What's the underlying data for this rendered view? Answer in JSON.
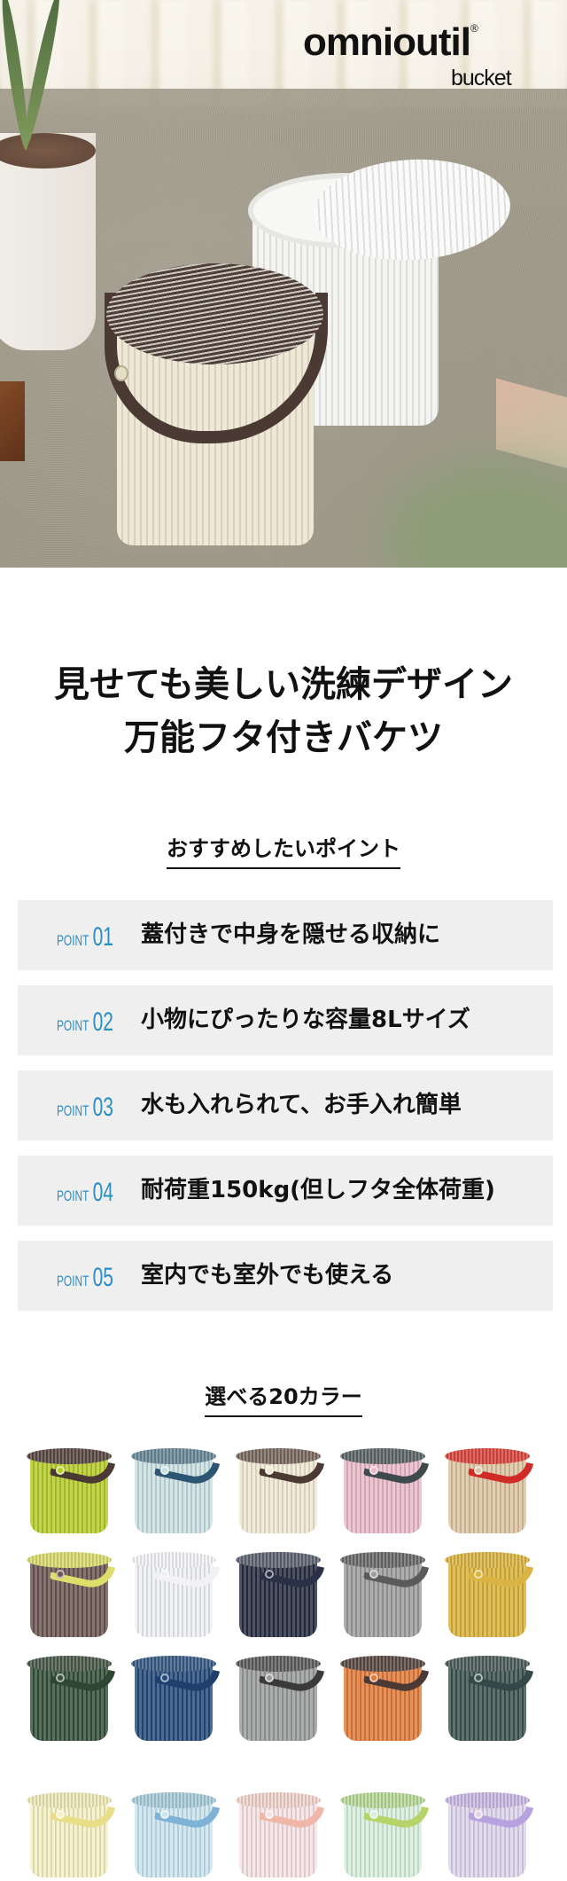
{
  "hero": {
    "logo_text": "omnioutil",
    "logo_registered": "®",
    "logo_sub": "bucket"
  },
  "headline": {
    "line1": "見せても美しい洗練デザイン",
    "line2": "万能フタ付きバケツ"
  },
  "points_section": {
    "title": "おすすめしたいポイント",
    "accent_color": "#2a8fc0",
    "items": [
      {
        "label": "POINT",
        "number": "01",
        "text": "蓋付きで中身を隠せる収納に"
      },
      {
        "label": "POINT",
        "number": "02",
        "text": "小物にぴったりな容量8Lサイズ"
      },
      {
        "label": "POINT",
        "number": "03",
        "text": "水も入れられて、お手入れ簡単"
      },
      {
        "label": "POINT",
        "number": "04",
        "text": "耐荷重150kg(但しフタ全体荷重)"
      },
      {
        "label": "POINT",
        "number": "05",
        "text": "室内でも室外でも使える"
      }
    ]
  },
  "colors_section": {
    "title": "選べる20カラー",
    "swatches": [
      {
        "body": "#b5cc2a",
        "lid": "#5a4a44",
        "handle": "#4a3a33"
      },
      {
        "body": "#c9dfe0",
        "lid": "#6a8898",
        "handle": "#2d5674"
      },
      {
        "body": "#efe7d2",
        "lid": "#7a6a60",
        "handle": "#4a3a33"
      },
      {
        "body": "#e8b9c8",
        "lid": "#5e6668",
        "handle": "#3f4a4d"
      },
      {
        "body": "#dcc3a0",
        "lid": "#d9473f",
        "handle": "#d12b27"
      },
      {
        "body": "#6a5652",
        "lid": "#d9da6e",
        "handle": "#dede6a"
      },
      {
        "body": "#eef0f4",
        "lid": "#f4f4f6",
        "handle": "#f2f2f4"
      },
      {
        "body": "#262d40",
        "lid": "#5e6472",
        "handle": "#2a3146"
      },
      {
        "body": "#9c9c9c",
        "lid": "#6a6a6a",
        "handle": "#5a5a5a"
      },
      {
        "body": "#d9b23a",
        "lid": "#d9b444",
        "handle": "#d9b444"
      },
      {
        "body": "#34503a",
        "lid": "#4a5a4a",
        "handle": "#2e4632"
      },
      {
        "body": "#254a7a",
        "lid": "#3a5c84",
        "handle": "#1f3f6e"
      },
      {
        "body": "#9a9c9c",
        "lid": "#5e5e5e",
        "handle": "#3a3a3a"
      },
      {
        "body": "#e07a3a",
        "lid": "#5a4a44",
        "handle": "#4a3a33"
      },
      {
        "body": "#3d534e",
        "lid": "#4e5e5a",
        "handle": "#34484a"
      },
      {
        "body": "#f4f0c4",
        "lid": "#ede9b8",
        "handle": "#e8de8a"
      },
      {
        "body": "#c8e4ee",
        "lid": "#a8ccd8",
        "handle": "#7fb2d6"
      },
      {
        "body": "#f5e2e4",
        "lid": "#f1d4cc",
        "handle": "#f0b7a8"
      },
      {
        "body": "#d8eedc",
        "lid": "#b8d89a",
        "handle": "#b6d46a"
      },
      {
        "body": "#ddd4ec",
        "lid": "#c8b8e2",
        "handle": "#b7a1de"
      }
    ]
  }
}
